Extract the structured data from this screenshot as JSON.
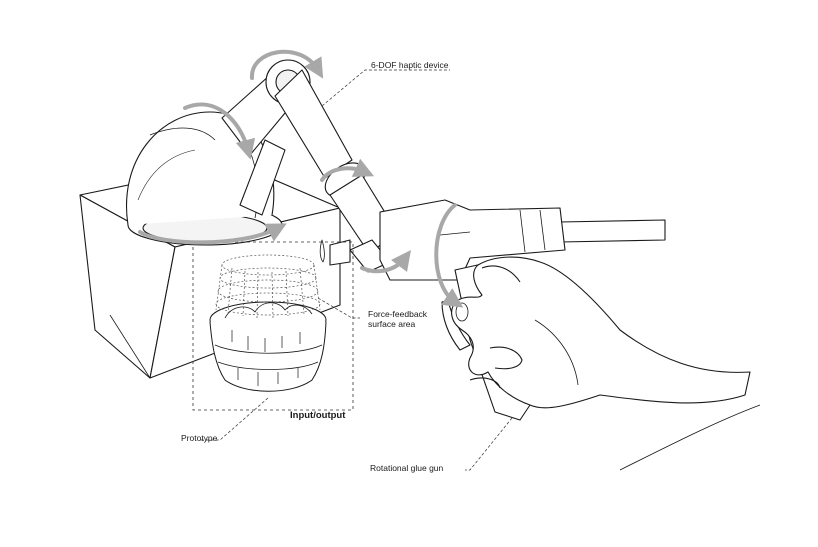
{
  "labels": {
    "haptic_device": "6-DOF haptic device",
    "force_feedback_line1": "Force-feedback",
    "force_feedback_line2": "surface area",
    "input_output": "Input/output",
    "prototype": "Prototype",
    "glue_gun": "Rotational glue gun"
  },
  "colors": {
    "line": "#1a1a1a",
    "rotation_arrow": "#a8a8a8",
    "leader_dash": "#333333",
    "background": "#ffffff"
  }
}
